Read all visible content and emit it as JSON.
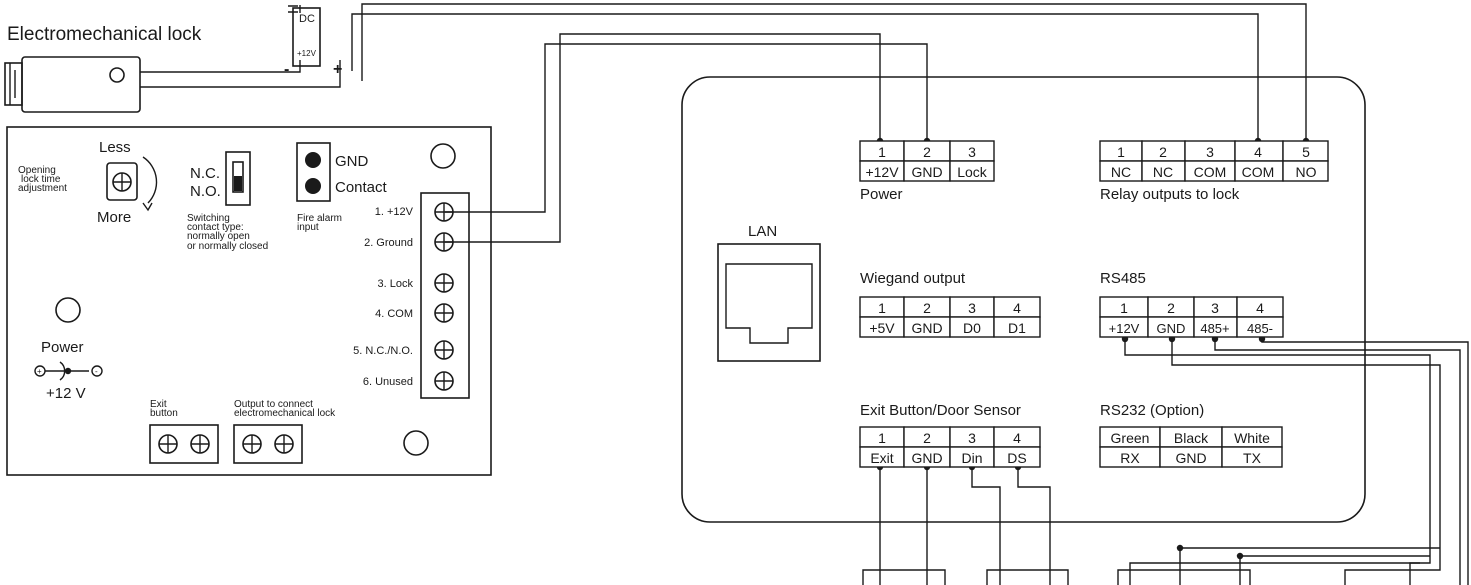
{
  "lock": {
    "title": "Electromechanical lock"
  },
  "dc_supply": {
    "label": "DC",
    "voltage": "+12V",
    "minus": "-",
    "plus": "+"
  },
  "controller": {
    "adjust": {
      "less": "Less",
      "more": "More",
      "label": [
        "Opening",
        "lock time",
        "adjustment"
      ]
    },
    "switch": {
      "nc": "N.C.",
      "no": "N.O.",
      "label": [
        "Switching",
        "contact type:",
        "normally open",
        "or normally closed"
      ]
    },
    "fire": {
      "gnd": "GND",
      "contact": "Contact",
      "label": [
        "Fire alarm",
        "input"
      ]
    },
    "terminals": [
      "1. +12V",
      "2. Ground",
      "3. Lock",
      "4. COM",
      "5. N.C./N.O.",
      "6. Unused"
    ],
    "power": {
      "label": "Power",
      "voltage": "+12 V",
      "plus_sign": "+",
      "minus_sign": "-"
    },
    "exit": {
      "label": [
        "Exit",
        "button"
      ]
    },
    "output": {
      "label": [
        "Output to connect",
        "electromechanical lock"
      ]
    }
  },
  "reader": {
    "lan": "LAN",
    "power": {
      "title": "Power",
      "pins": [
        "1",
        "2",
        "3"
      ],
      "names": [
        "+12V",
        "GND",
        "Lock"
      ]
    },
    "relay": {
      "title": "Relay outputs to lock",
      "pins": [
        "1",
        "2",
        "3",
        "4",
        "5"
      ],
      "names": [
        "NC",
        "NC",
        "COM",
        "COM",
        "NO"
      ]
    },
    "wiegand": {
      "title": "Wiegand output",
      "pins": [
        "1",
        "2",
        "3",
        "4"
      ],
      "names": [
        "+5V",
        "GND",
        "D0",
        "D1"
      ]
    },
    "rs485": {
      "title": "RS485",
      "pins": [
        "1",
        "2",
        "3",
        "4"
      ],
      "names": [
        "+12V",
        "GND",
        "485+",
        "485-"
      ]
    },
    "exit": {
      "title": "Exit Button/Door Sensor",
      "pins": [
        "1",
        "2",
        "3",
        "4"
      ],
      "names": [
        "Exit",
        "GND",
        "Din",
        "DS"
      ]
    },
    "rs232": {
      "title": "RS232 (Option)",
      "colors": [
        "Green",
        "Black",
        "White"
      ],
      "names": [
        "RX",
        "GND",
        "TX"
      ]
    }
  }
}
